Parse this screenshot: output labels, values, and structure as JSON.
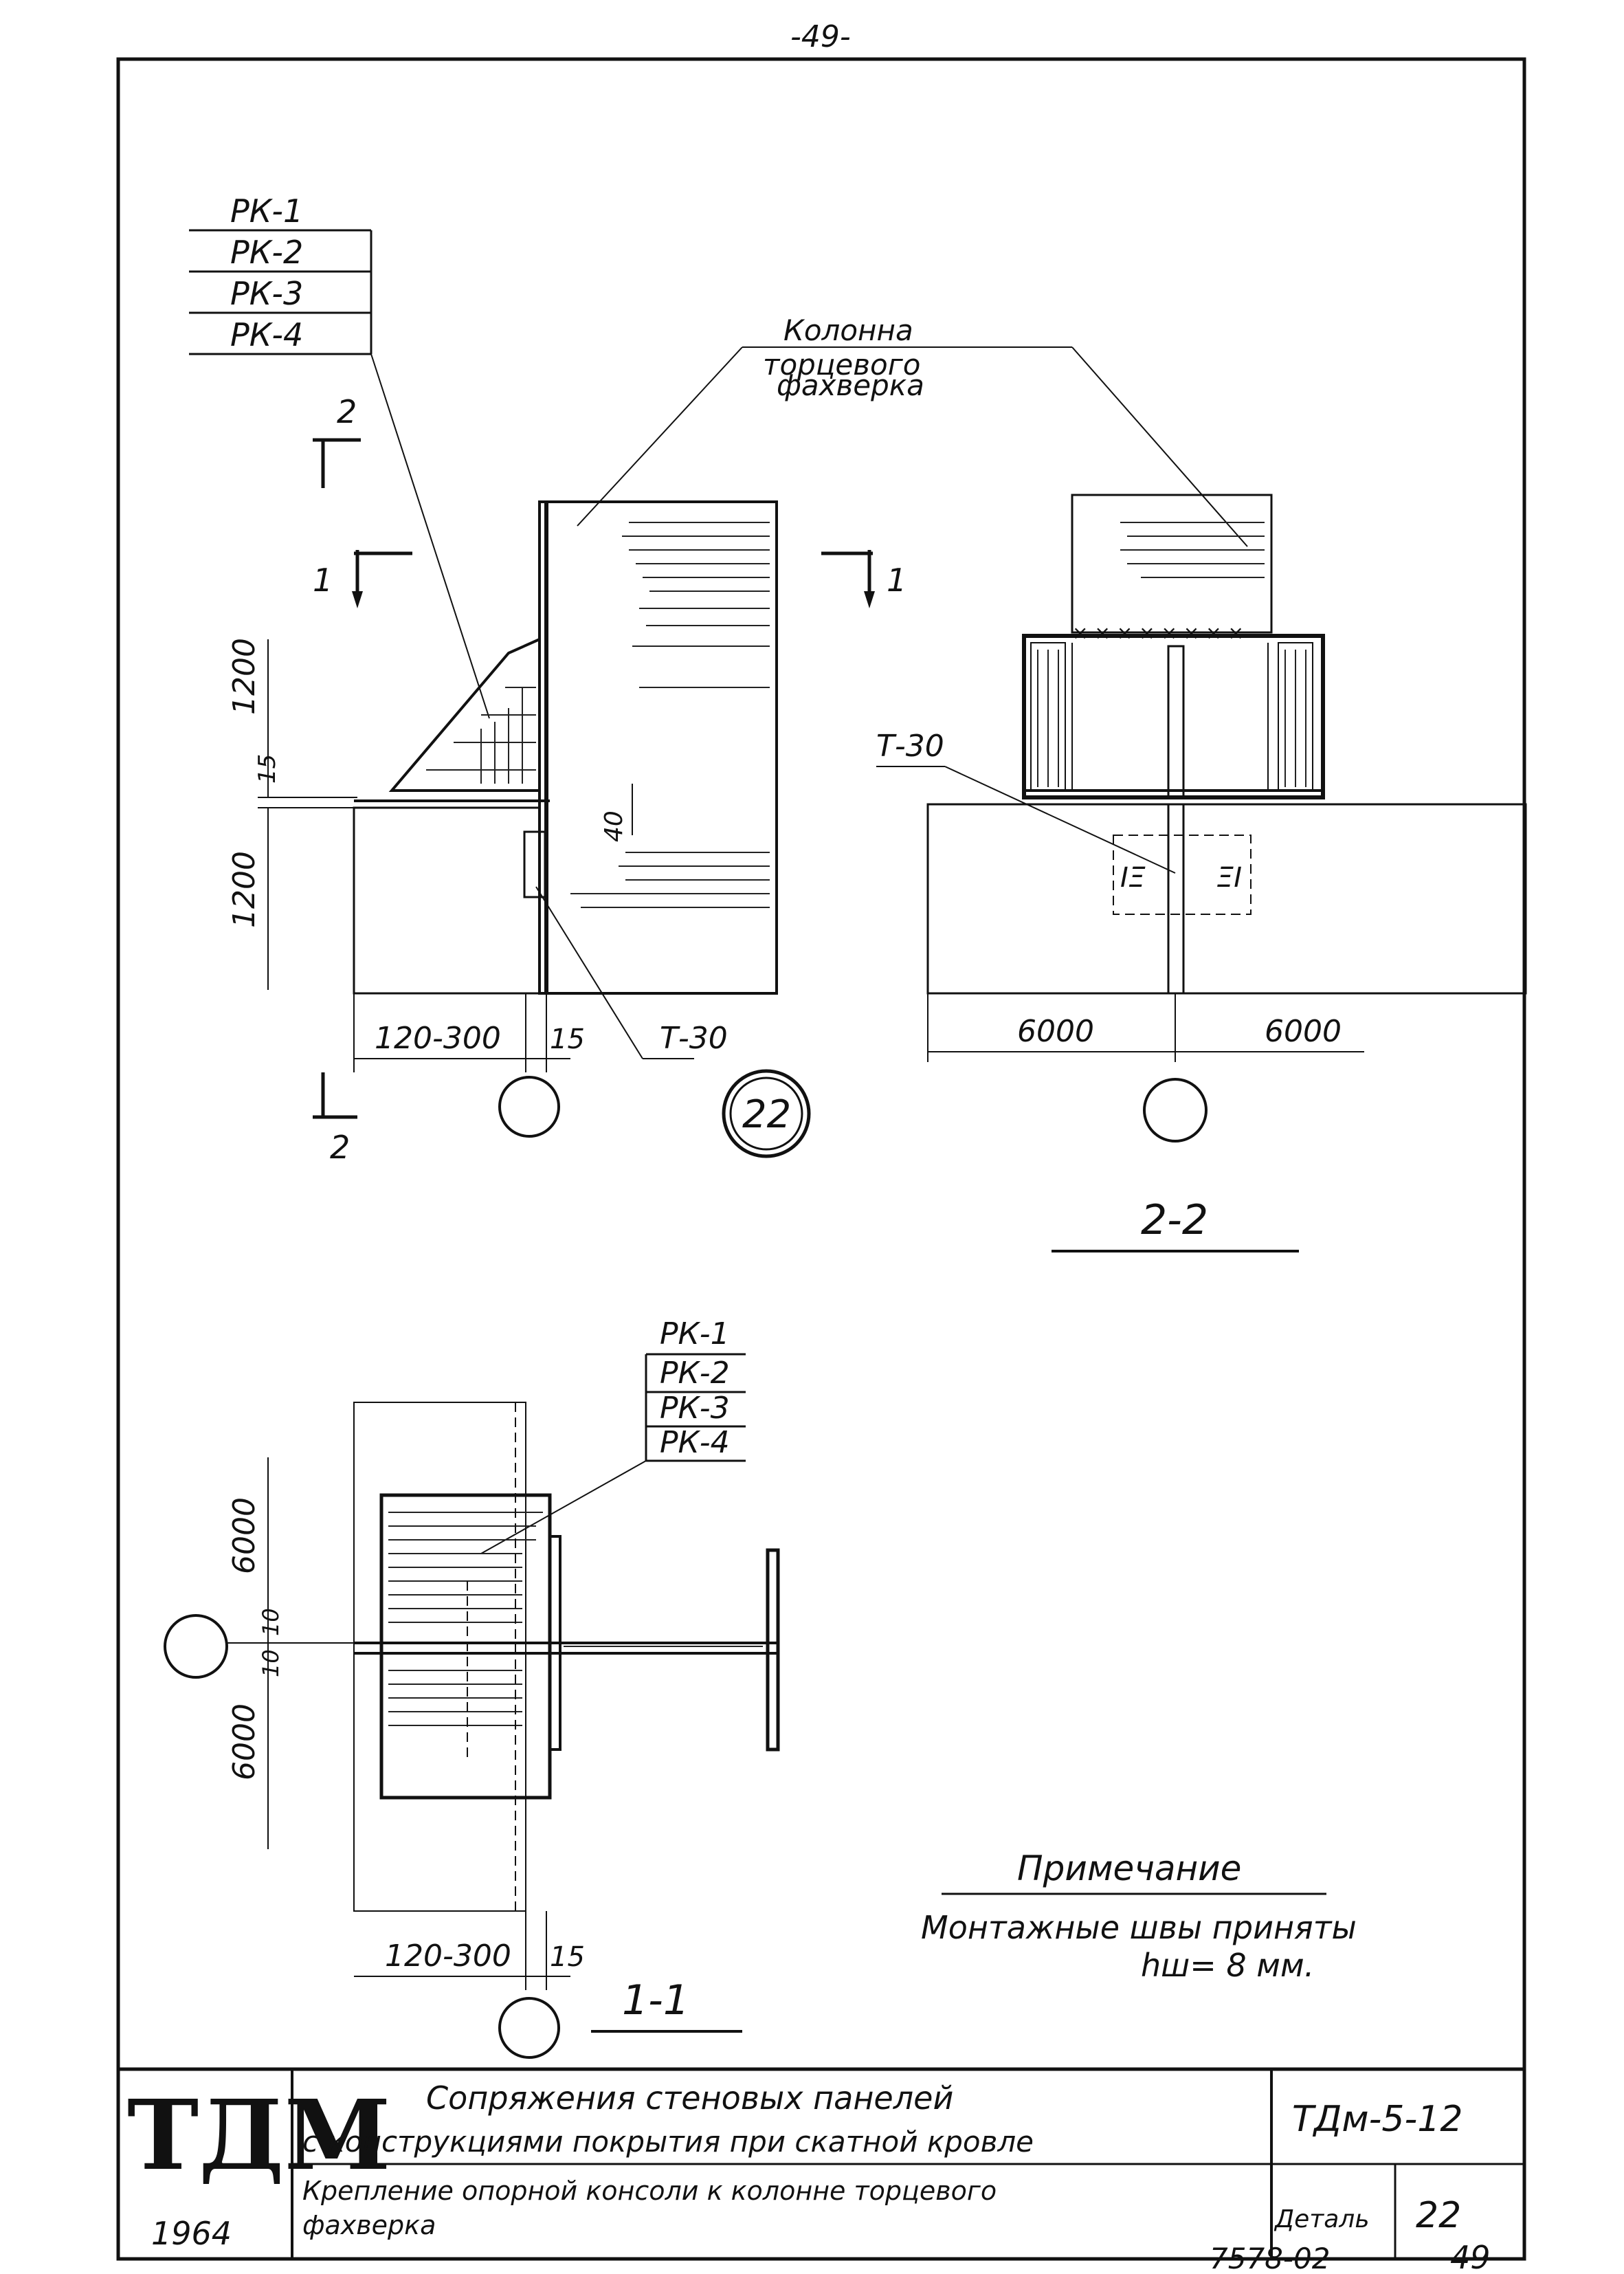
{
  "page_number_top": "-49-",
  "page_number_bottom": "49",
  "archive_number": "7578-02",
  "labels": {
    "panels_top": [
      "РК-1",
      "РК-2",
      "РК-3",
      "РК-4"
    ],
    "panels_bottom": [
      "РК-1",
      "РК-2",
      "РК-3",
      "РК-4"
    ],
    "column_label_lines": [
      "Колонна",
      "торцевого",
      "фахверка"
    ],
    "t30_left": "Т-30",
    "t30_right": "Т-30",
    "section_mark_2": "2",
    "section_mark_1": "1",
    "dim_1200_upper": "1200",
    "dim_1200_lower": "1200",
    "dim_15": "15",
    "dim_40": "40",
    "dim_120_300_top": "120-300",
    "dim_15_top": "15",
    "dim_6000_left": "6000",
    "dim_6000_right": "6000",
    "dim_6000_plan_upper": "6000",
    "dim_6000_plan_lower": "6000",
    "dim_10_upper": "10",
    "dim_10_lower": "10",
    "dim_120_300_bottom": "120-300",
    "dim_15_bottom": "15",
    "detail_number_circle": "22",
    "section_2_2": "2-2",
    "section_1_1": "1-1"
  },
  "note": {
    "title": "Примечание",
    "line1": "Монтажные швы приняты",
    "line2": "hш= 8 мм."
  },
  "title_block": {
    "logo": "ТДМ",
    "year": "1964",
    "title_line1": "Сопряжения стеновых панелей",
    "title_line2": "с конструкциями покрытия при скатной кровле",
    "subtitle_line1": "Крепление опорной консоли к колонне торцевого",
    "subtitle_line2": "фахверка",
    "code": "ТДм-5-12",
    "detail_label": "Деталь",
    "detail_number": "22"
  }
}
